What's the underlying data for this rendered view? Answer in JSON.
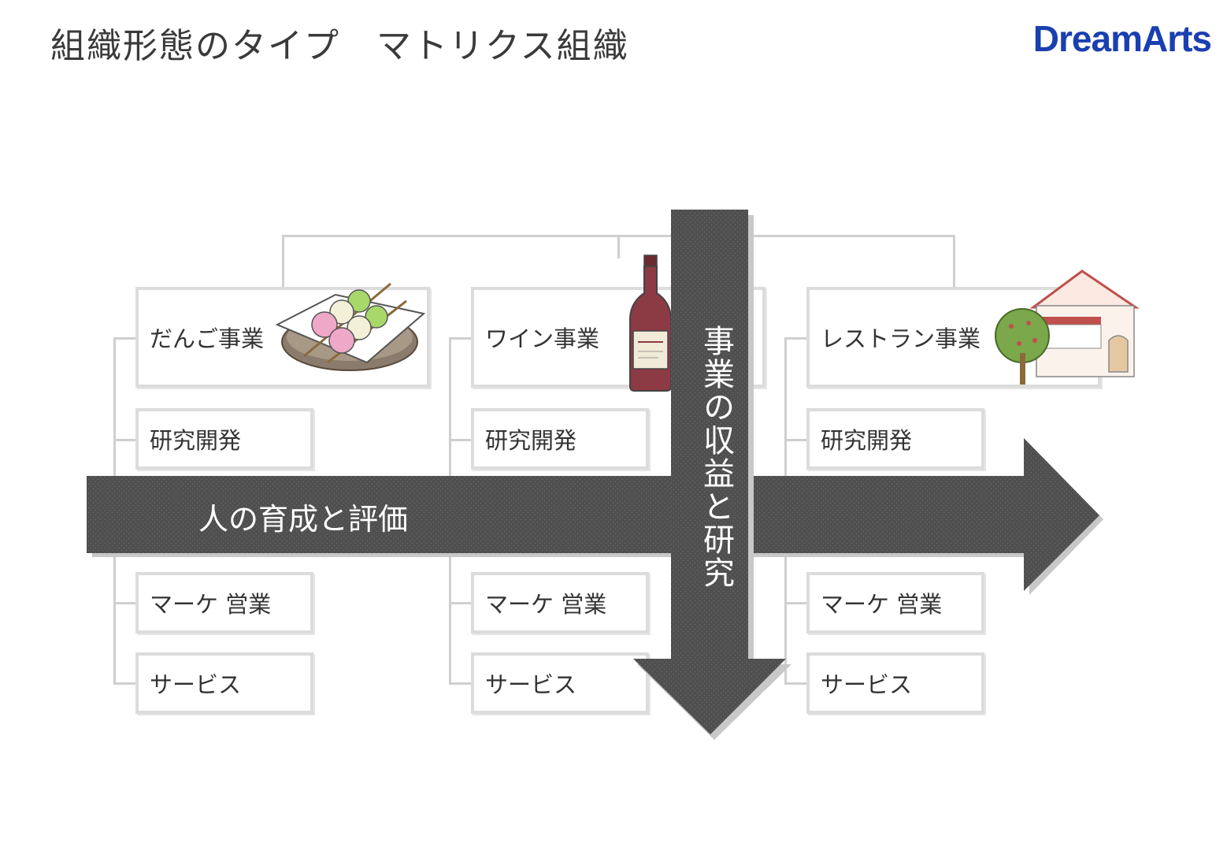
{
  "title": "組織形態のタイプ　マトリクス組織",
  "logo": "DreamArts",
  "businesses": [
    {
      "name": "だんご事業",
      "icon": "dango-icon",
      "depts": [
        "研究開発",
        "マーケ 営業",
        "サービス"
      ]
    },
    {
      "name": "ワイン事業",
      "icon": "wine-bottle-icon",
      "depts": [
        "研究開発",
        "マーケ 営業",
        "サービス"
      ]
    },
    {
      "name": "レストラン事業",
      "icon": "restaurant-icon",
      "depts": [
        "研究開発",
        "マーケ 営業",
        "サービス"
      ]
    }
  ],
  "horizontal_arrow_label": "人の育成と評価",
  "vertical_arrow_label": "事業の収益と研究",
  "colors": {
    "arrow": "#4f4f4f",
    "logo": "#1a3fb0",
    "box_border": "#dcdcdc"
  }
}
